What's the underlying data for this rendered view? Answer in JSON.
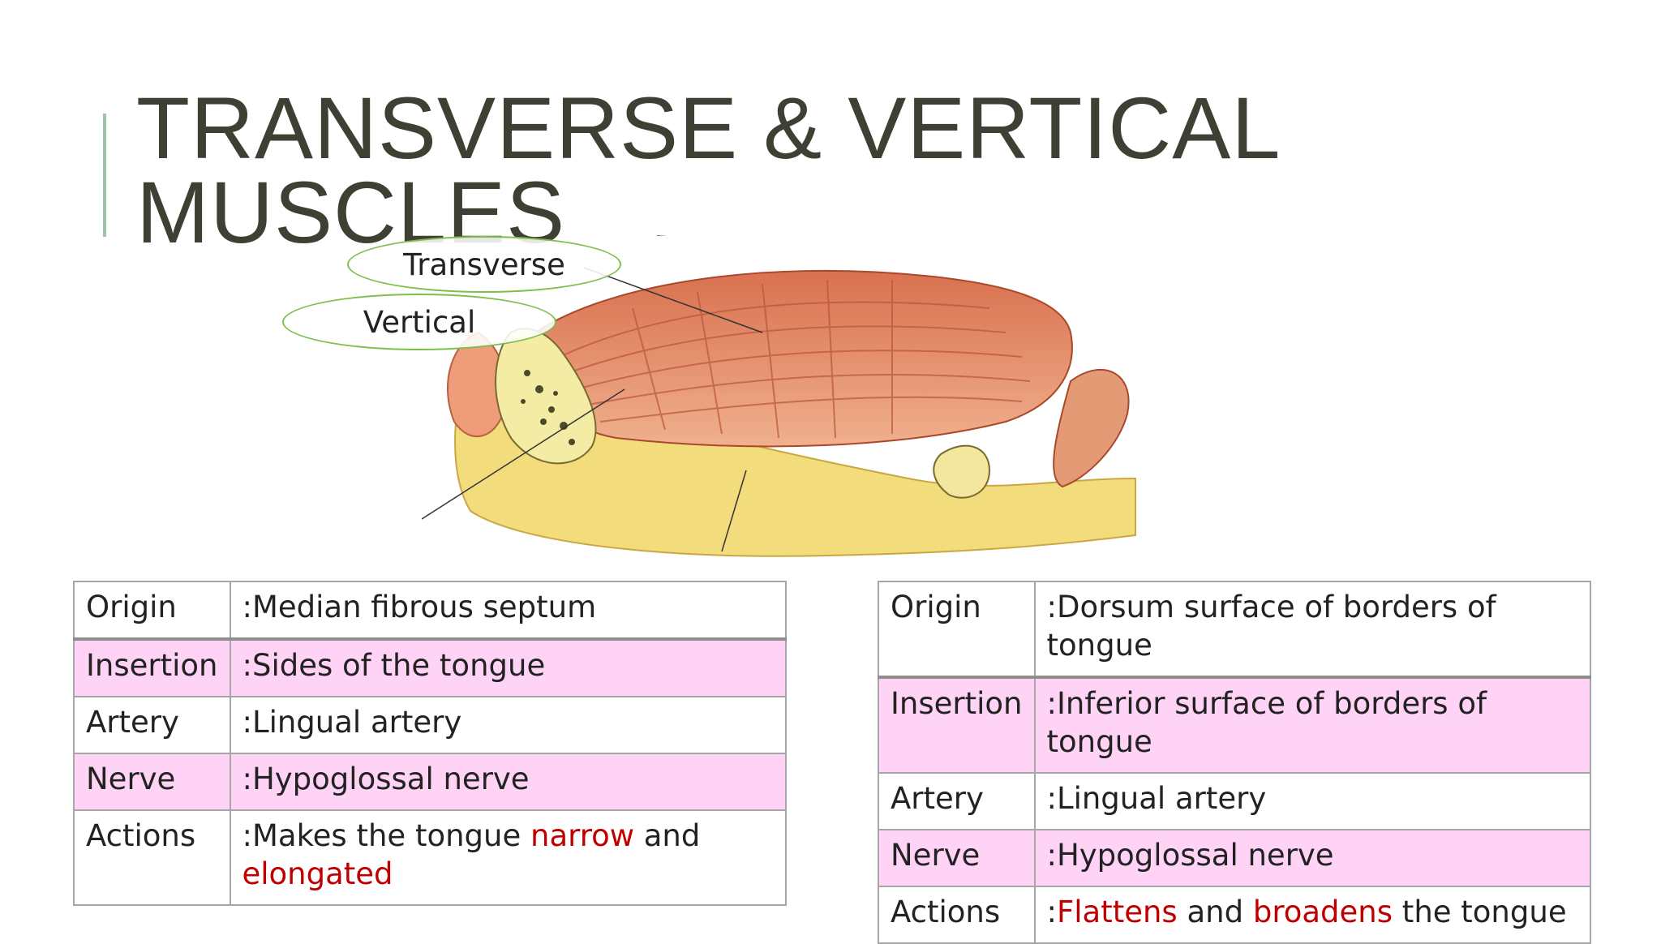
{
  "title": {
    "line1": "TRANSVERSE & VERTICAL",
    "line2": "MUSCLES"
  },
  "callouts": {
    "transverse": "Transverse",
    "vertical": "Vertical"
  },
  "colors": {
    "title": "#3f3f33",
    "accent_bar": "#9fc3a9",
    "callout_border": "#7cbf4b",
    "pink_row": "#ffd3f5",
    "highlight": "#c00000"
  },
  "left_table": {
    "origin_label": "Origin",
    "origin_value": ":Median fibrous septum",
    "insertion_label": "Insertion",
    "insertion_value": ":Sides of the tongue",
    "artery_label": "Artery",
    "artery_value": ":Lingual artery",
    "nerve_label": "Nerve",
    "nerve_value": ":Hypoglossal nerve",
    "actions_label": "Actions",
    "actions_prefix": ":Makes the tongue ",
    "actions_hl1": "narrow",
    "actions_mid": " and ",
    "actions_hl2": "elongated"
  },
  "right_table": {
    "origin_label": "Origin",
    "origin_value": ":Dorsum surface of borders of tongue",
    "insertion_label": "Insertion",
    "insertion_value": ":Inferior surface of borders of tongue",
    "artery_label": "Artery",
    "artery_value": ":Lingual artery",
    "nerve_label": "Nerve",
    "nerve_value": ":Hypoglossal nerve",
    "actions_label": "Actions",
    "actions_prefix": ":",
    "actions_hl1": "Flattens",
    "actions_mid": " and ",
    "actions_hl2": "broadens",
    "actions_suffix": " the tongue"
  }
}
